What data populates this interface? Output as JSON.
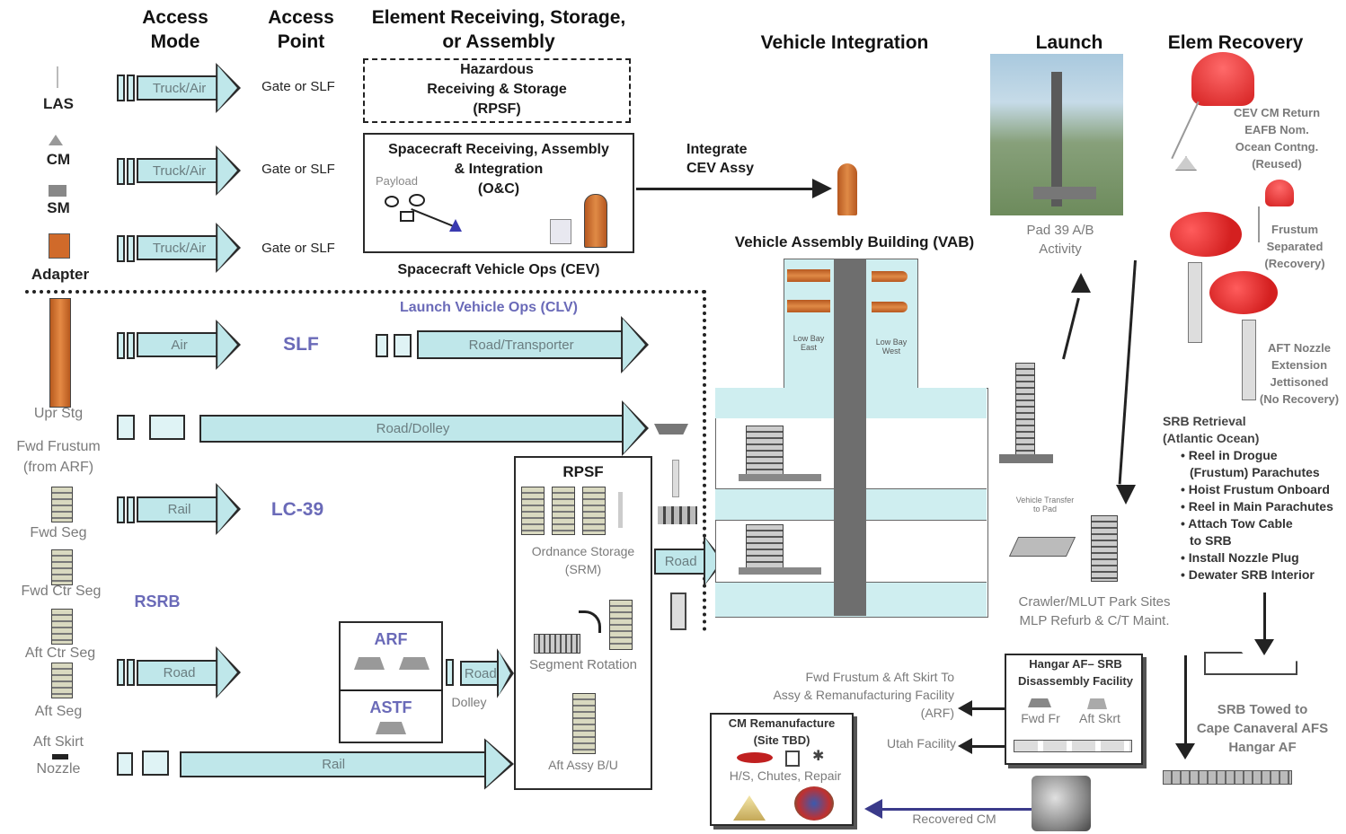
{
  "headers": {
    "access_mode": "Access\nMode",
    "access_point": "Access\nPoint",
    "element_receiving": "Element Receiving, Storage,\nor Assembly",
    "vehicle_integration": "Vehicle Integration",
    "launch": "Launch",
    "elem_recovery": "Elem Recovery"
  },
  "elements_left": {
    "las": "LAS",
    "cm": "CM",
    "sm": "SM",
    "adapter": "Adapter",
    "upr_stg": "Upr Stg",
    "fwd_frustum": "Fwd Frustum\n(from ARF)",
    "fwd_seg": "Fwd Seg",
    "fwd_ctr_seg": "Fwd Ctr Seg",
    "aft_ctr_seg": "Aft Ctr Seg",
    "aft_seg": "Aft Seg",
    "aft_skirt": "Aft Skirt",
    "nozzle": "Nozzle",
    "rsrb": "RSRB"
  },
  "arrows": {
    "truck_air": "Truck/Air",
    "air": "Air",
    "road_transporter": "Road/Transporter",
    "road_dolley": "Road/Dolley",
    "rail": "Rail",
    "road": "Road",
    "road_rpsf": "Road",
    "road_vab": "Road",
    "dolley": "Dolley"
  },
  "access_points": {
    "gate_slf": "Gate or SLF",
    "slf": "SLF",
    "lc39": "LC-39"
  },
  "facilities": {
    "hazardous": "Hazardous\nReceiving & Storage\n(RPSF)",
    "spacecraft_receiving": "Spacecraft Receiving, Assembly\n& Integration\n(O&C)",
    "payload": "Payload",
    "cev_ops": "Spacecraft Vehicle Ops (CEV)",
    "clv_ops": "Launch Vehicle Ops (CLV)",
    "integrate_cev": "Integrate\nCEV Assy",
    "vab": "Vehicle Assembly Building (VAB)",
    "low_bay_east": "Low Bay\nEast",
    "low_bay_west": "Low Bay\nWest",
    "rpsf": "RPSF",
    "ordnance_storage": "Ordnance Storage\n(SRM)",
    "segment_rotation": "Segment Rotation",
    "aft_assy": "Aft Assy B/U",
    "arf": "ARF",
    "astf": "ASTF"
  },
  "launch": {
    "pad": "Pad 39 A/B\nActivity",
    "vehicle_transfer": "Vehicle Transfer\nto Pad",
    "crawler": "Crawler/MLUT Park Sites\nMLP Refurb & C/T Maint."
  },
  "recovery": {
    "cev_cm_return": "CEV CM Return\nEAFB Nom.\nOcean Contng.\n(Reused)",
    "frustum": "Frustum\nSeparated\n(Recovery)",
    "aft_nozzle": "AFT Nozzle\nExtension\nJettisoned\n(No Recovery)",
    "srb_retrieval_title": "SRB Retrieval\n(Atlantic Ocean)",
    "srb_steps": [
      "Reel in Drogue\n(Frustum) Parachutes",
      "Hoist Frustum Onboard",
      "Reel in Main Parachutes",
      "Attach Tow Cable\nto SRB",
      "Install Nozzle Plug",
      "Dewater SRB Interior"
    ],
    "srb_towed": "SRB Towed to\nCape Canaveral AFS\nHangar AF",
    "hangar_af": "Hangar AF– SRB\nDisassembly Facility",
    "fwd_fr": "Fwd Fr",
    "aft_skt": "Aft Skrt",
    "fwd_frustum_to": "Fwd Frustum & Aft Skirt To\nAssy & Remanufacturing Facility\n(ARF)",
    "utah": "Utah Facility",
    "cm_reman": "CM Remanufacture\n(Site TBD)",
    "hs_chutes": "H/S, Chutes, Repair",
    "recovered_cm": "Recovered CM"
  },
  "colors": {
    "arrow_fill": "#bfe7ea",
    "label_blue": "#6a6ab8",
    "vab_fill": "#cfeef0"
  }
}
